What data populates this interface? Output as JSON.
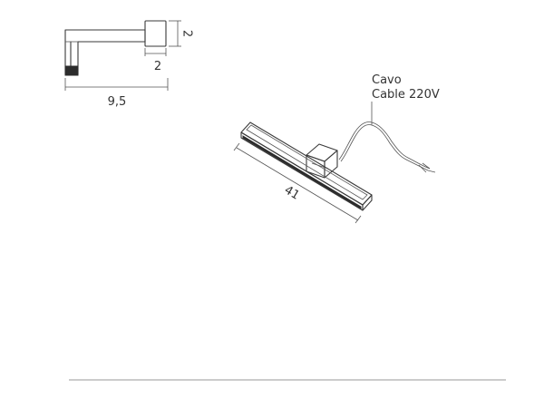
{
  "side_view": {
    "dim_height": "2",
    "dim_depth": "2",
    "dim_length": "9,5"
  },
  "iso_view": {
    "dim_bar_length": "41",
    "cable_label_it": "Cavo",
    "cable_label_en": "Cable 220V"
  },
  "colors": {
    "line": "#3a3a3a",
    "text": "#333333",
    "rule": "#9a9a9a"
  }
}
